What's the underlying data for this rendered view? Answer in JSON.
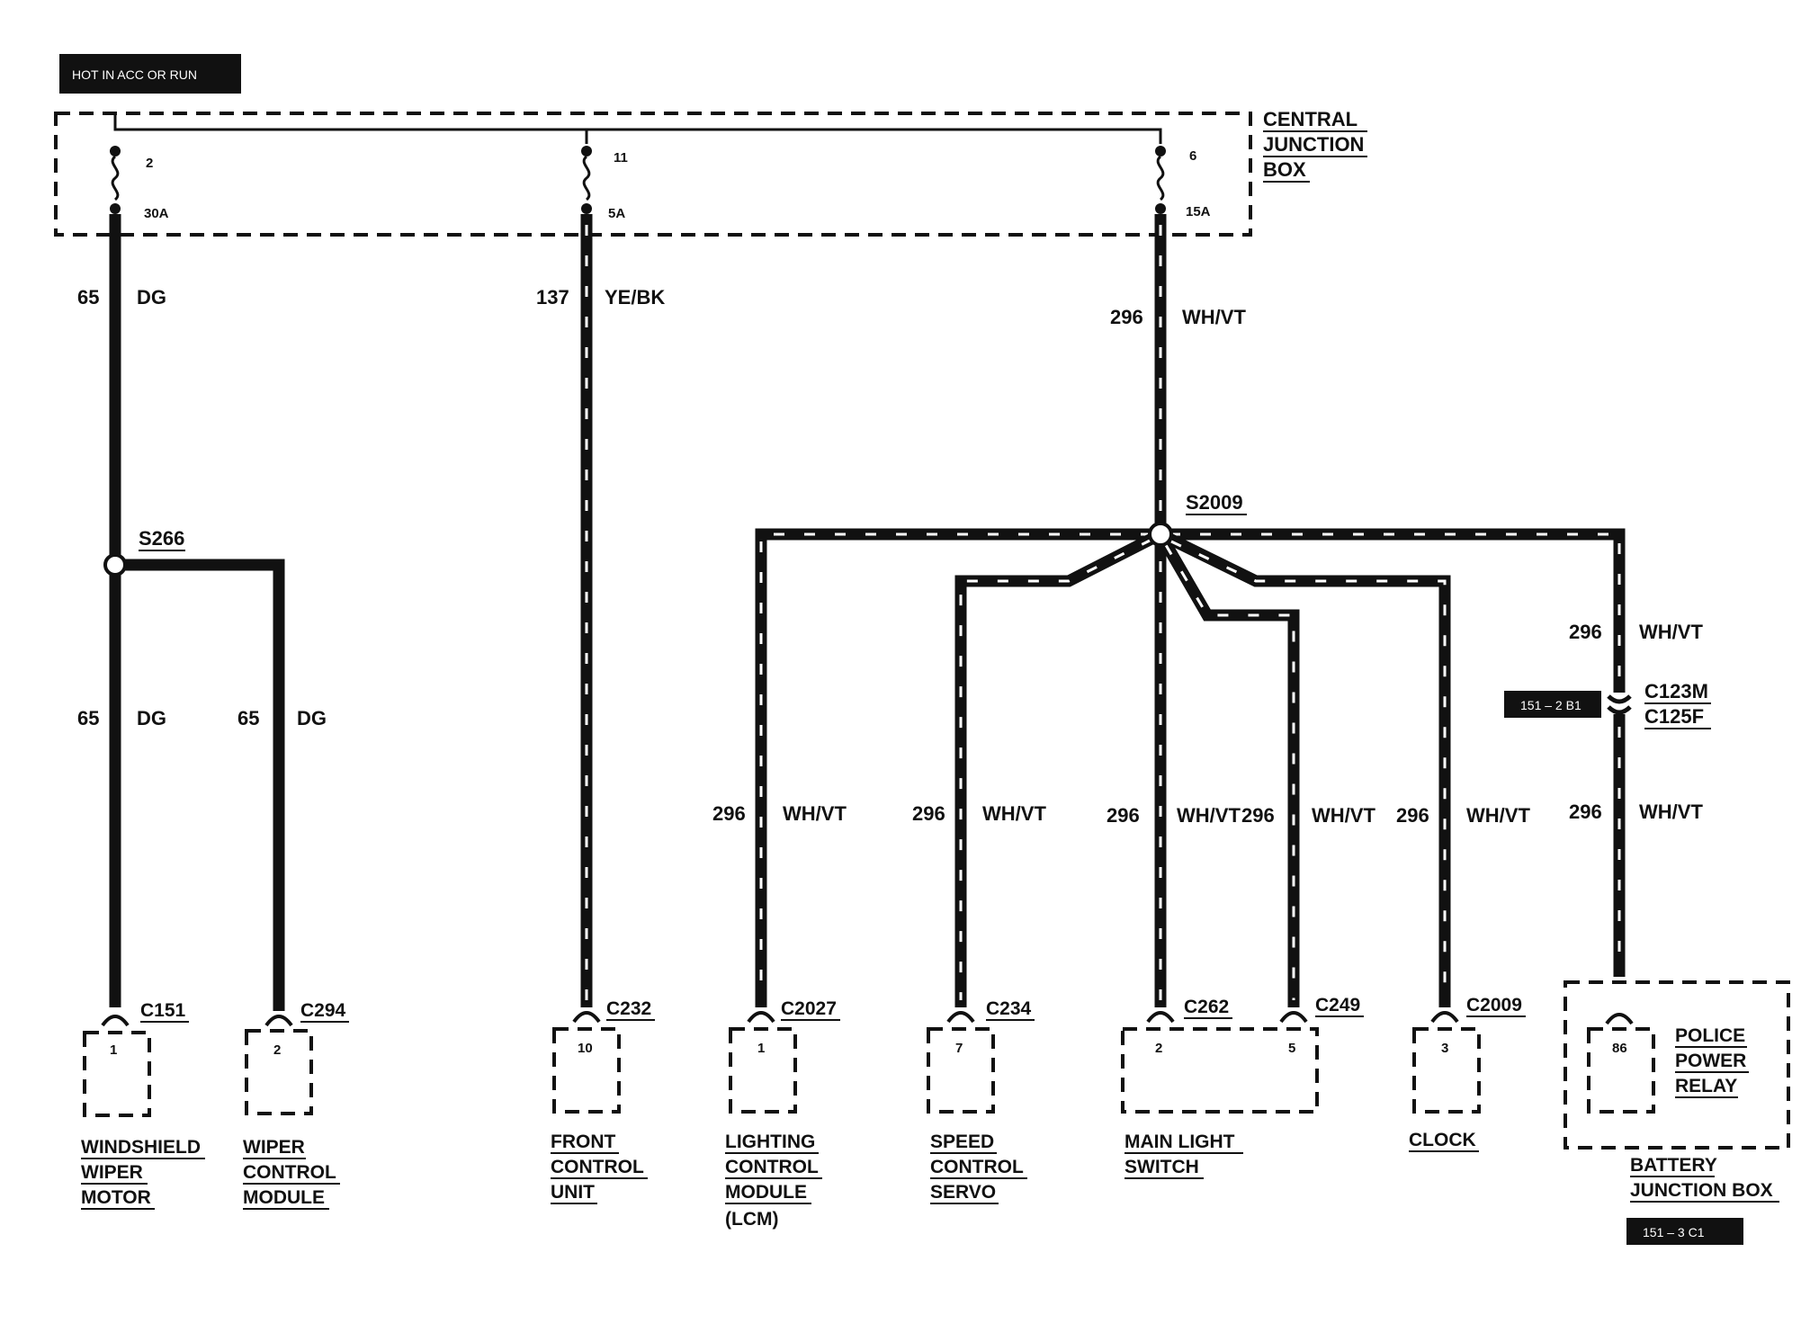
{
  "header": {
    "hot_label": "HOT IN ACC OR RUN"
  },
  "junction_box": {
    "line1": "CENTRAL",
    "line2": "JUNCTION",
    "line3": "BOX"
  },
  "fuses": [
    {
      "number": "2",
      "rating": "30A"
    },
    {
      "number": "11",
      "rating": "5A"
    },
    {
      "number": "6",
      "rating": "15A"
    }
  ],
  "wires": {
    "dg": {
      "circuit": "65",
      "color": "DG"
    },
    "yebk": {
      "circuit": "137",
      "color": "YE/BK"
    },
    "whvt": {
      "circuit": "296",
      "color": "WH/VT"
    }
  },
  "splices": {
    "s266": "S266",
    "s2009": "S2009"
  },
  "inline_connector": {
    "male": "C123M",
    "female": "C125F",
    "ref": "151 – 2 B1"
  },
  "components": {
    "wiper_motor": {
      "connector": "C151",
      "pin": "1",
      "name": [
        "WINDSHIELD",
        "WIPER",
        "MOTOR"
      ]
    },
    "wiper_module": {
      "connector": "C294",
      "pin": "2",
      "name": [
        "WIPER",
        "CONTROL",
        "MODULE"
      ]
    },
    "front_control": {
      "connector": "C232",
      "pin": "10",
      "name": [
        "FRONT",
        "CONTROL",
        "UNIT"
      ]
    },
    "lcm": {
      "connector": "C2027",
      "pin": "1",
      "name": [
        "LIGHTING",
        "CONTROL",
        "MODULE"
      ],
      "note": "(LCM)"
    },
    "speed_servo": {
      "connector": "C234",
      "pin": "7",
      "name": [
        "SPEED",
        "CONTROL",
        "SERVO"
      ]
    },
    "main_light": {
      "connector_a": "C262",
      "pin_a": "2",
      "connector_b": "C249",
      "pin_b": "5",
      "name": [
        "MAIN LIGHT",
        "SWITCH"
      ]
    },
    "clock": {
      "connector": "C2009",
      "pin": "3",
      "name": [
        "CLOCK"
      ]
    },
    "police_relay": {
      "pin": "86",
      "name": [
        "POLICE",
        "POWER",
        "RELAY"
      ]
    },
    "battery_jb": {
      "name": [
        "BATTERY",
        "JUNCTION BOX"
      ],
      "ref": "151 – 3 C1"
    }
  }
}
